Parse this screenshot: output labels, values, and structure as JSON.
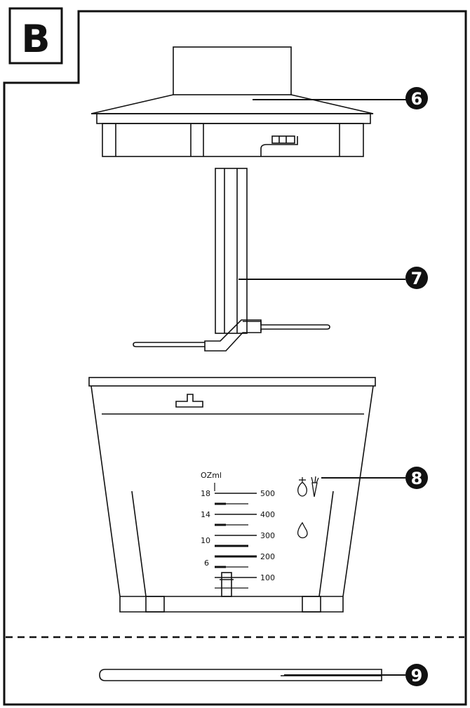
{
  "panel": {
    "letter": "B"
  },
  "callouts": [
    {
      "number": "6",
      "part": "lid"
    },
    {
      "number": "7",
      "part": "blade"
    },
    {
      "number": "8",
      "part": "bowl"
    },
    {
      "number": "9",
      "part": "spatula"
    }
  ],
  "bowl_scale": {
    "unit_label": "OZml",
    "oz_labels": [
      "18",
      "14",
      "10",
      "6"
    ],
    "ml_labels": [
      "500",
      "400",
      "300",
      "200",
      "100"
    ]
  },
  "colors": {
    "line": "#111111",
    "background": "#ffffff",
    "badge_fill": "#111111",
    "badge_text": "#ffffff"
  }
}
